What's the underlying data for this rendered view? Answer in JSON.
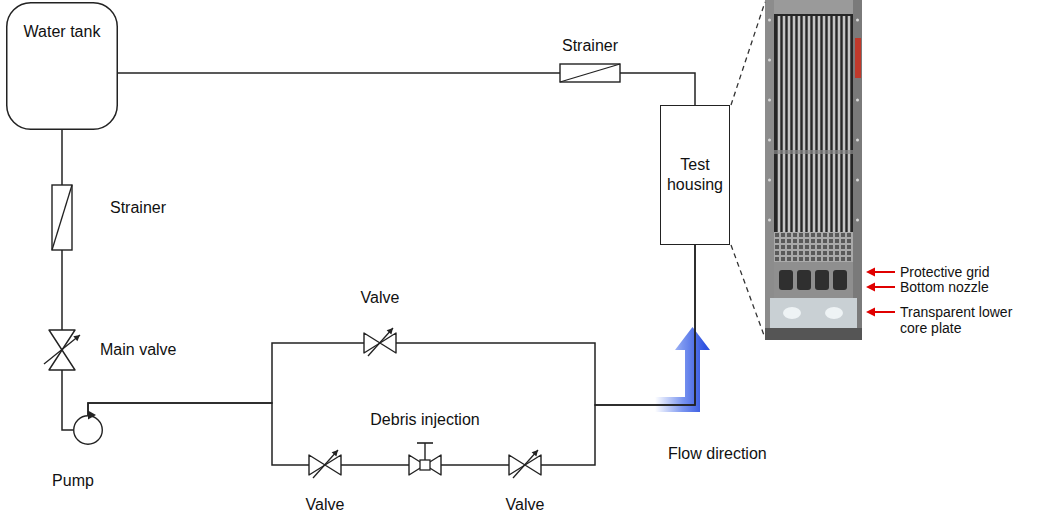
{
  "diagram": {
    "nodes": [
      {
        "text": [
          "Water tank"
        ]
      },
      {
        "text": [
          "Strainer"
        ]
      },
      {
        "text": [
          "Test housing"
        ]
      },
      {
        "text": [
          "Strainer"
        ]
      },
      {
        "text": [
          "Valve"
        ]
      },
      {
        "text": [
          "Main valve"
        ]
      },
      {
        "text": [
          "Debris injection"
        ]
      },
      {
        "text": [
          "Pump"
        ]
      },
      {
        "text": [
          "Valve"
        ]
      },
      {
        "text": [
          "Valve"
        ]
      }
    ],
    "edges": [
      {
        "from": 0,
        "to": 3,
        "arrow": "none"
      },
      {
        "from": 3,
        "to": 5,
        "arrow": "none"
      },
      {
        "from": 5,
        "to": 7,
        "arrow": "none"
      },
      {
        "from": 7,
        "to": 4,
        "arrow": "none"
      },
      {
        "from": 7,
        "to": 8,
        "arrow": "none"
      },
      {
        "from": 8,
        "to": 6,
        "arrow": "none"
      },
      {
        "from": 6,
        "to": 9,
        "arrow": "none"
      },
      {
        "from": 4,
        "to": 2,
        "arrow": "none"
      },
      {
        "from": 9,
        "to": 2,
        "arrow": "none"
      },
      {
        "from": 2,
        "to": 1,
        "arrow": "none"
      },
      {
        "from": 1,
        "to": 0,
        "arrow": "none"
      }
    ],
    "labels": [
      "Protective grid",
      "Bottom nozzle",
      "Transparent lower core plate",
      "Flow direction"
    ]
  }
}
